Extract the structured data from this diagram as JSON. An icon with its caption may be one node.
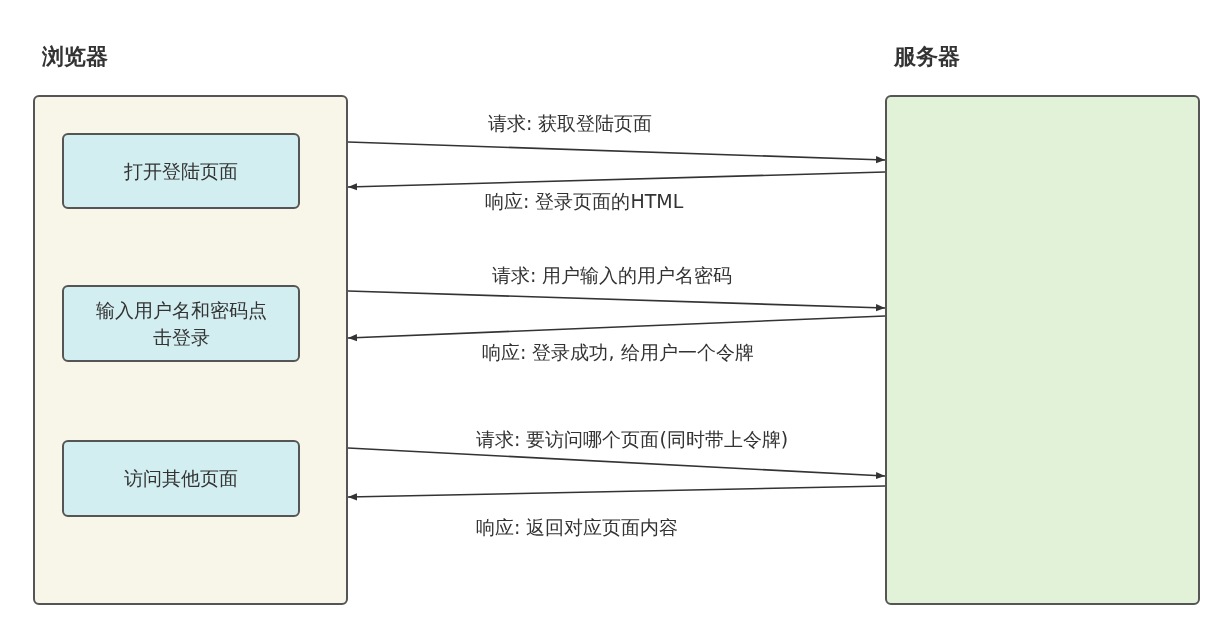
{
  "diagram": {
    "nodes": [
      {
        "text": [
          "浏览器"
        ]
      },
      {
        "text": [
          "打开登陆页面"
        ],
        "in": 0
      },
      {
        "text": [
          "输入用户名和密码点击登录"
        ],
        "in": 0
      },
      {
        "text": [
          "访问其他页面"
        ],
        "in": 0
      },
      {
        "text": [
          "服务器"
        ]
      }
    ],
    "edges": [
      {
        "from": 0,
        "to": 4,
        "arrow": "to",
        "label": "请求: 获取登陆页面"
      },
      {
        "from": 4,
        "to": 0,
        "arrow": "to",
        "label": "响应: 登录页面的HTML"
      },
      {
        "from": 0,
        "to": 4,
        "arrow": "to",
        "label": "请求: 用户输入的用户名密码"
      },
      {
        "from": 4,
        "to": 0,
        "arrow": "to",
        "label": "响应: 登录成功, 给用户一个令牌"
      },
      {
        "from": 0,
        "to": 4,
        "arrow": "to",
        "label": "请求: 要访问哪个页面(同时带上令牌)"
      },
      {
        "from": 4,
        "to": 0,
        "arrow": "to",
        "label": "响应: 返回对应页面内容"
      }
    ]
  }
}
